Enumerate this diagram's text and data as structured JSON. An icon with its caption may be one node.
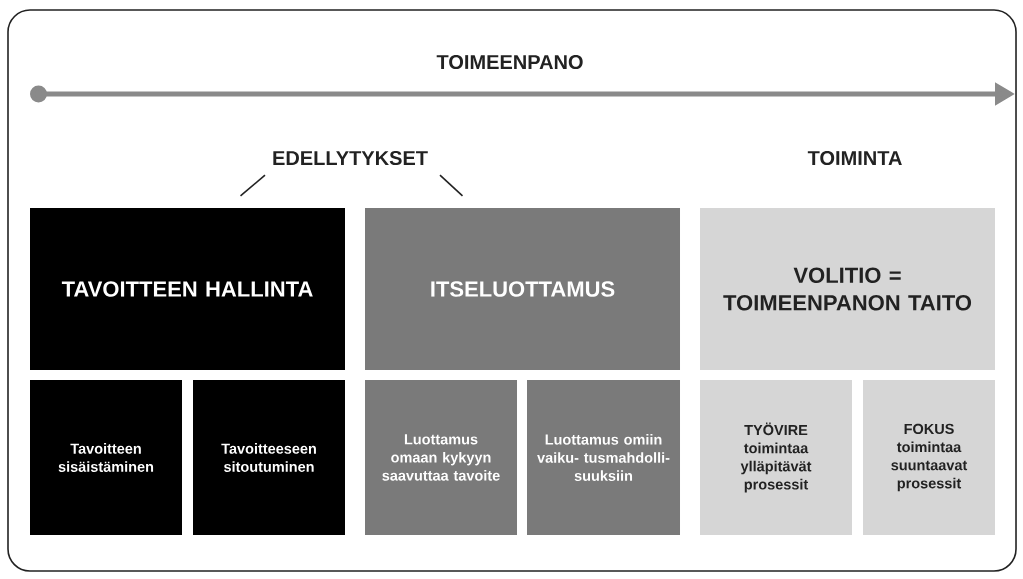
{
  "diagram": {
    "nodes": [
      {
        "text": [
          "EDELLYTYKSET"
        ]
      },
      {
        "text": [
          "TAVOITTEEN HALLINTA"
        ]
      },
      {
        "text": [
          "ITSELUOTTAMUS"
        ]
      },
      {
        "text": [
          "VOLITIO = TOIMEENPANON TAITO"
        ]
      },
      {
        "text": [
          "Tavoitteen sisäistäminen"
        ]
      },
      {
        "text": [
          "Tavoitteeseen sitoutuminen"
        ]
      },
      {
        "text": [
          "Luottamus omaan kykyyn saavuttaa tavoite"
        ]
      },
      {
        "text": [
          "Luottamus omiin vaiku- tusmahdolli- suuksiin"
        ]
      },
      {
        "text": [
          "TYÖVIRE",
          "toimintaa ylläpitävät prosessit"
        ]
      },
      {
        "text": [
          "FOKUS",
          "toimintaa suuntaavat prosessit"
        ]
      }
    ],
    "edges": [
      {
        "from": 0,
        "to": 1,
        "arrow": "none"
      },
      {
        "from": 0,
        "to": 2,
        "arrow": "none"
      }
    ],
    "labels": [
      "TOIMEENPANO",
      "TOIMINTA"
    ]
  }
}
